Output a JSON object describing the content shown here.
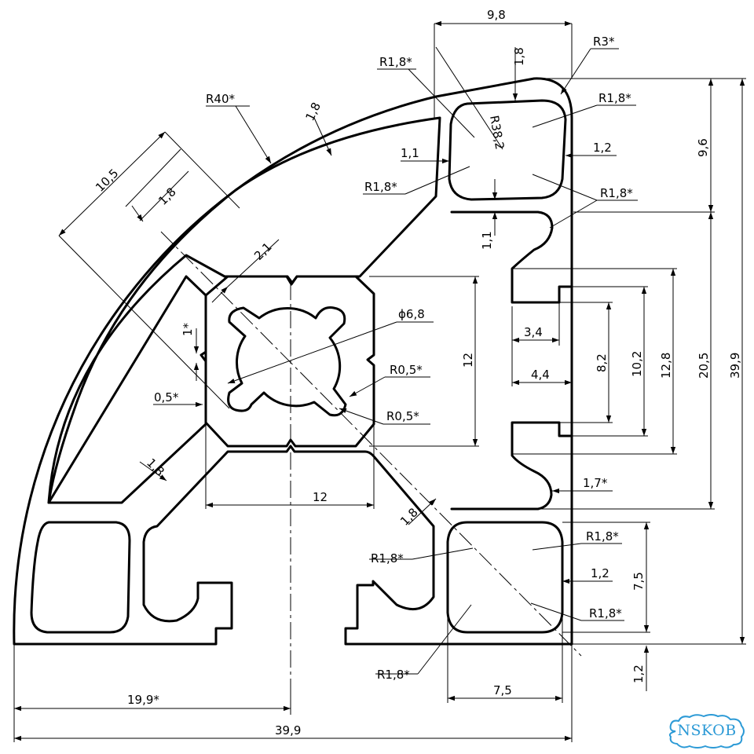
{
  "drawing": {
    "logo_text": "NSKOB",
    "colors": {
      "line": "#000000",
      "background": "#ffffff",
      "logo": "#2c9ad6"
    },
    "dimension_labels": {
      "d_9_8": "9,8",
      "d_1_8_top": "1,8",
      "r_3": "R3*",
      "r_1_8_a": "R1,8*",
      "r_1_8_b": "R1,8*",
      "r_38_2": "R38,2",
      "r_40": "R40*",
      "d_1_8_arc": "1,8",
      "d_1_1_left": "1,1",
      "d_1_2_top": "1,2",
      "r_1_8_c": "R1,8*",
      "r_1_8_d": "R1,8*",
      "d_9_6": "9,6",
      "d_10_5": "10,5",
      "d_1_8_diag": "1,8",
      "d_2_1": "2,1",
      "d_1_1_vert": "1,1",
      "phi_6_8": "ϕ6,8",
      "d_1_star": "1*",
      "d_0_5": "0,5*",
      "r_0_5_a": "R0,5*",
      "r_0_5_b": "R0,5*",
      "d_12_vert": "12",
      "d_3_4": "3,4",
      "d_4_4": "4,4",
      "d_8_2": "8,2",
      "d_10_2": "10,2",
      "d_12_8": "12,8",
      "d_20_5": "20,5",
      "d_39_9_vert": "39,9",
      "d_1_8_left": "1,8",
      "d_12_horiz": "12",
      "d_1_8_lower": "1,8",
      "d_1_7": "1,7*",
      "r_1_8_e": "R1,8*",
      "r_1_8_f": "R1,8*",
      "d_1_2_lower": "1,2",
      "d_7_5_vert": "7,5",
      "r_1_8_g": "R1,8*",
      "r_1_8_h": "R1,8*",
      "d_1_2_bottom": "1,2",
      "d_7_5_horiz": "7,5",
      "d_19_9": "19,9*",
      "d_39_9_horiz": "39,9"
    }
  }
}
